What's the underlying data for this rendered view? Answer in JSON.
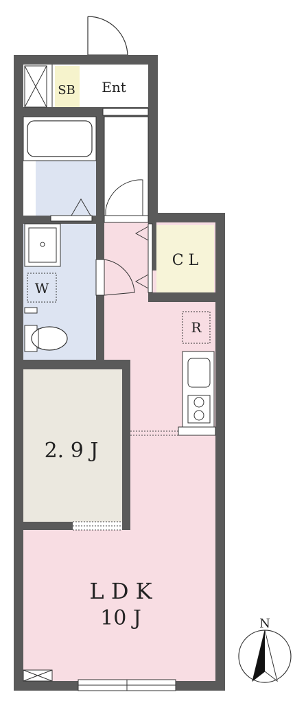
{
  "rooms": {
    "sb": "SB",
    "ent": "Ent",
    "cl": "C L",
    "w": "W",
    "r": "R",
    "bedroom": "2. 9 J",
    "ldk_name": "L D K",
    "ldk_size": "10 J"
  },
  "compass": {
    "label": "N"
  },
  "colors": {
    "wall": "#5a5a5a",
    "ldk": "#f8dde3",
    "wash": "#dde4f2",
    "bedroom": "#ebe8df",
    "closet": "#f7f4d8",
    "shoebox": "#f6f3cc"
  }
}
